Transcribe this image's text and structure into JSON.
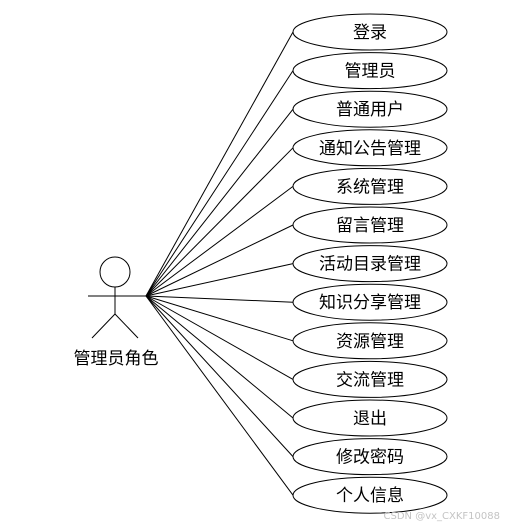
{
  "actor": {
    "label": "管理员角色"
  },
  "use_cases": [
    {
      "label": "登录"
    },
    {
      "label": "管理员"
    },
    {
      "label": "普通用户"
    },
    {
      "label": "通知公告管理"
    },
    {
      "label": "系统管理"
    },
    {
      "label": "留言管理"
    },
    {
      "label": "活动目录管理"
    },
    {
      "label": "知识分享管理"
    },
    {
      "label": "资源管理"
    },
    {
      "label": "交流管理"
    },
    {
      "label": "退出"
    },
    {
      "label": "修改密码"
    },
    {
      "label": "个人信息"
    }
  ],
  "watermark": {
    "text": "CSDN @vx_CXKF10088"
  }
}
